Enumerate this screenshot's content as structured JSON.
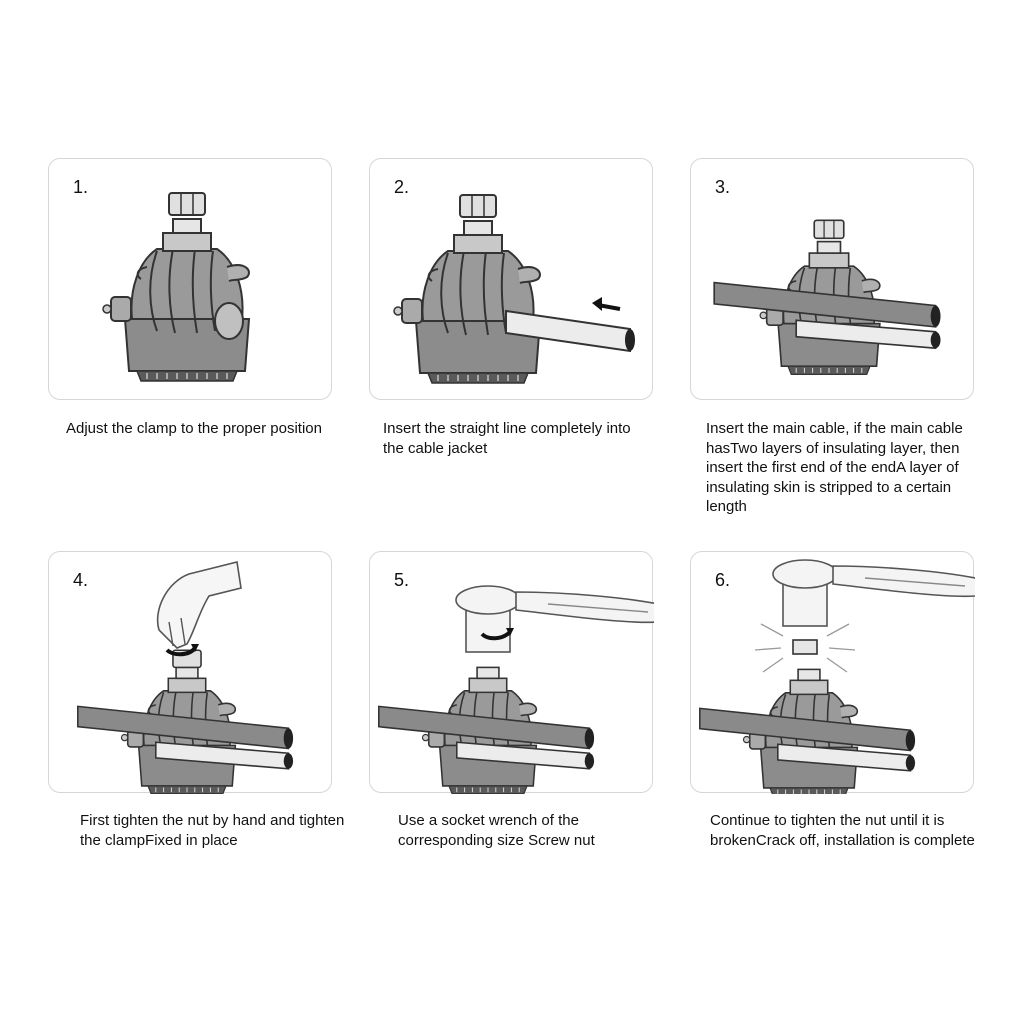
{
  "steps": [
    {
      "number": "1.",
      "caption": "Adjust the clamp to the proper position"
    },
    {
      "number": "2.",
      "caption": "Insert the straight line completely into the cable jacket"
    },
    {
      "number": "3.",
      "caption": "Insert the main cable, if the main cable hasTwo layers of insulating layer, then insert the first end of the endA layer of insulating skin is stripped to a certain length"
    },
    {
      "number": "4.",
      "caption": "First tighten the nut by hand and tighten the clampFixed in place"
    },
    {
      "number": "5.",
      "caption": "Use a socket wrench of the corresponding size Screw nut"
    },
    {
      "number": "6.",
      "caption": "Continue to tighten the nut until it is brokenCrack off, installation is complete"
    }
  ]
}
